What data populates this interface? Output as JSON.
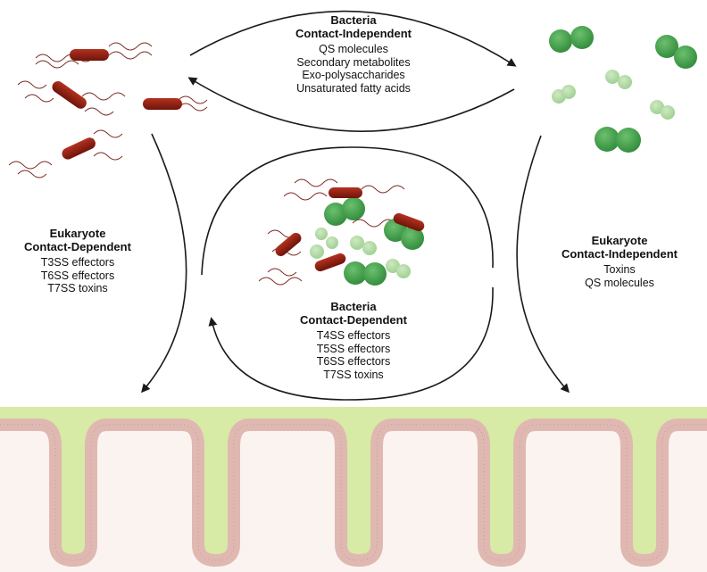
{
  "top_group": {
    "title_line1": "Bacteria",
    "title_line2": "Contact-Independent",
    "items": [
      "QS molecules",
      "Secondary metabolites",
      "Exo-polysaccharides",
      "Unsaturated fatty acids"
    ]
  },
  "left_group": {
    "title_line1": "Eukaryote",
    "title_line2": "Contact-Dependent",
    "items": [
      "T3SS effectors",
      "T6SS effectors",
      "T7SS toxins"
    ]
  },
  "center_group": {
    "title_line1": "Bacteria",
    "title_line2": "Contact-Dependent",
    "items": [
      "T4SS effectors",
      "T5SS effectors",
      "T6SS effectors",
      "T7SS toxins"
    ]
  },
  "right_group": {
    "title_line1": "Eukaryote",
    "title_line2": "Contact-Independent",
    "items": [
      "Toxins",
      "QS molecules"
    ]
  },
  "colors": {
    "rod_bacteria": "#8b1a10",
    "flagella": "#7a2a22",
    "cocci_dark": "#3f9a45",
    "cocci_light": "#a7d59a",
    "mucosa": "#d7eaa6",
    "epithelium": "#e6c3be",
    "arrow": "#1a1a1a"
  }
}
